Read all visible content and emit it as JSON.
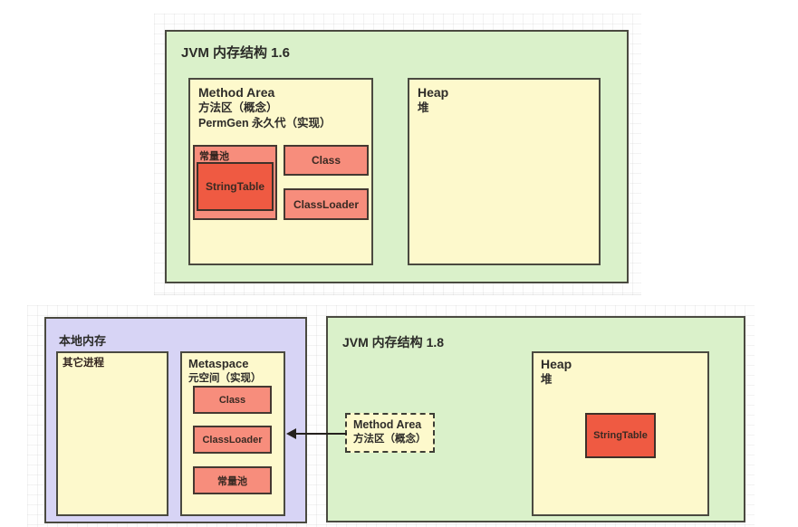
{
  "jvm16": {
    "title": "JVM 内存结构 1.6",
    "method_area": {
      "name_en": "Method Area",
      "name_zh": "方法区（概念）",
      "impl": "PermGen 永久代（实现）",
      "constant_pool": {
        "label": "常量池",
        "string_table": "StringTable"
      },
      "class_label": "Class",
      "classloader_label": "ClassLoader"
    },
    "heap": {
      "name_en": "Heap",
      "name_zh": "堆"
    }
  },
  "native_memory": {
    "title": "本地内存",
    "other_process_label": "其它进程",
    "metaspace": {
      "name_en": "Metaspace",
      "name_zh": "元空间（实现）",
      "class_label": "Class",
      "classloader_label": "ClassLoader",
      "constant_pool_label": "常量池"
    }
  },
  "jvm18": {
    "title": "JVM 内存结构 1.8",
    "method_area": {
      "name_en": "Method Area",
      "name_zh": "方法区（概念）"
    },
    "heap": {
      "name_en": "Heap",
      "name_zh": "堆",
      "string_table": "StringTable"
    }
  },
  "colors": {
    "container_green": "#daf1ca",
    "container_purple": "#d7d4f5",
    "region_yellow": "#fdf9cc",
    "block_salmon": "#f78d7c",
    "block_red": "#ef5a42",
    "border_dark": "#4a4a40",
    "arrow_black": "#25211e"
  }
}
